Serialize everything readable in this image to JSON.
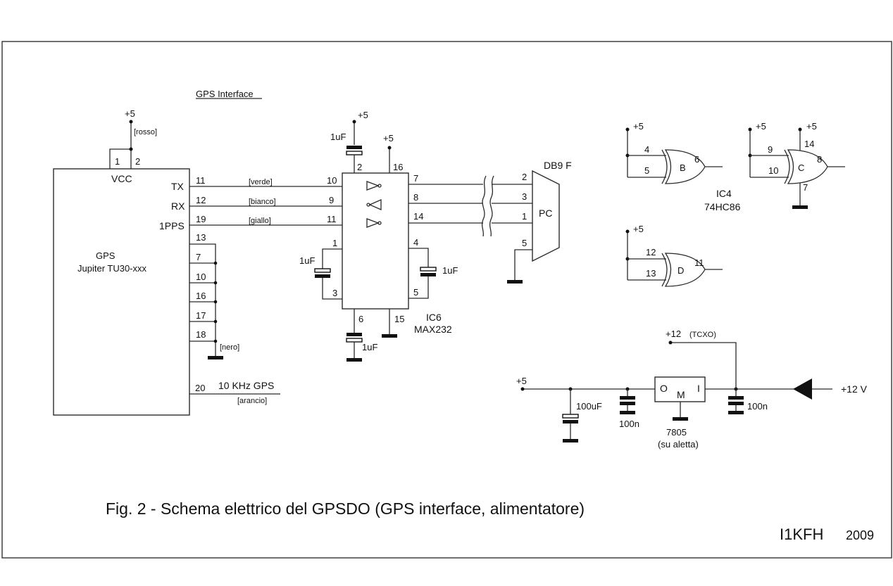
{
  "section_title": "GPS Interface",
  "gps_module": {
    "name": "GPS",
    "model": "Jupiter TU30-xxx",
    "vcc_label": "VCC",
    "supply": "+5",
    "supply_wire": "[rosso]",
    "vcc_pins": [
      "1",
      "2"
    ],
    "signals": [
      {
        "name": "TX",
        "pin": "11",
        "wire": "[verde]",
        "ic_pin": "10"
      },
      {
        "name": "RX",
        "pin": "12",
        "wire": "[bianco]",
        "ic_pin": "9"
      },
      {
        "name": "1PPS",
        "pin": "19",
        "wire": "[giallo]",
        "ic_pin": "11"
      }
    ],
    "ground_pins": [
      "13",
      "7",
      "10",
      "16",
      "17",
      "18"
    ],
    "ground_wire": "[nero]",
    "output_pin": "20",
    "output_label": "10 KHz GPS",
    "output_wire": "[arancio]"
  },
  "max232": {
    "ref": "IC6",
    "part": "MAX232",
    "top_pins": {
      "cap": "2",
      "vcc": "16"
    },
    "top_supply": "+5",
    "cap_supply": "+5",
    "right_pins": [
      "7",
      "8",
      "14"
    ],
    "left_cap_pins": [
      "1",
      "3"
    ],
    "right_cap_pins": [
      "4",
      "5"
    ],
    "bottom_pins": {
      "cap": "6",
      "gnd": "15"
    },
    "capacitors": [
      "1uF",
      "1uF",
      "1uF",
      "1uF"
    ]
  },
  "db9": {
    "name": "DB9 F",
    "label": "PC",
    "pins": [
      "2",
      "3",
      "1",
      "5"
    ]
  },
  "ic4": {
    "ref": "IC4",
    "part": "74HC86",
    "gates": [
      {
        "name": "B",
        "in": [
          "4",
          "5"
        ],
        "out": "6",
        "supply": "+5"
      },
      {
        "name": "C",
        "in": [
          "9",
          "10"
        ],
        "out": "8",
        "supply": "+5",
        "vcc_pin": "14",
        "vcc_supply": "+5",
        "gnd_pin": "7"
      },
      {
        "name": "D",
        "in": [
          "12",
          "13"
        ],
        "out": "11",
        "supply": "+5"
      }
    ]
  },
  "power_supply": {
    "out_label": "+5",
    "tcxo_label": "+12",
    "tcxo_note": "(TCXO)",
    "in_label": "+12 V",
    "caps": [
      "100uF",
      "100n",
      "100n"
    ],
    "regulator": {
      "part": "7805",
      "note": "(su aletta)",
      "pins": [
        "O",
        "M",
        "I"
      ]
    }
  },
  "caption": "Fig. 2 - Schema elettrico del GPSDO (GPS interface, alimentatore)",
  "author": "I1KFH",
  "year": "2009"
}
